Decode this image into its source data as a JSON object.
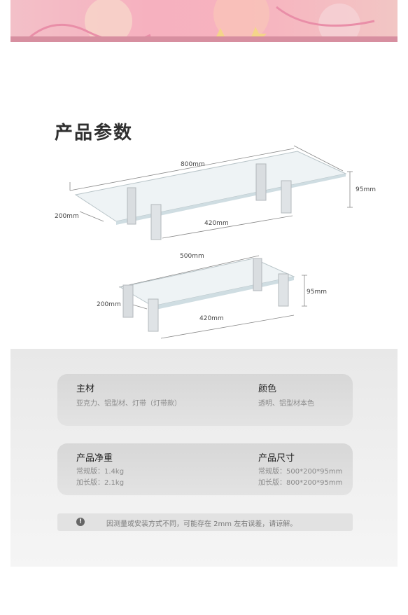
{
  "section_title": "产品参数",
  "diagram_large": {
    "length": "800mm",
    "width": "200mm",
    "height": "95mm",
    "leg_spacing": "420mm"
  },
  "diagram_small": {
    "length": "500mm",
    "width": "200mm",
    "height": "95mm",
    "leg_spacing": "420mm"
  },
  "specs": {
    "material": {
      "title": "主材",
      "value": "亚克力、铝型材、灯带（灯带款）"
    },
    "color": {
      "title": "颜色",
      "value": "透明、铝型材本色"
    },
    "weight": {
      "title": "产品净重",
      "lines": [
        "常规版：1.4kg",
        "加长版：2.1kg"
      ]
    },
    "size": {
      "title": "产品尺寸",
      "lines": [
        "常规版：500*200*95mm",
        "加长版：800*200*95mm"
      ]
    }
  },
  "note": {
    "icon": "warning-icon",
    "text": "因测量或安装方式不同，可能存在 2mm 左右误差，请谅解。"
  }
}
